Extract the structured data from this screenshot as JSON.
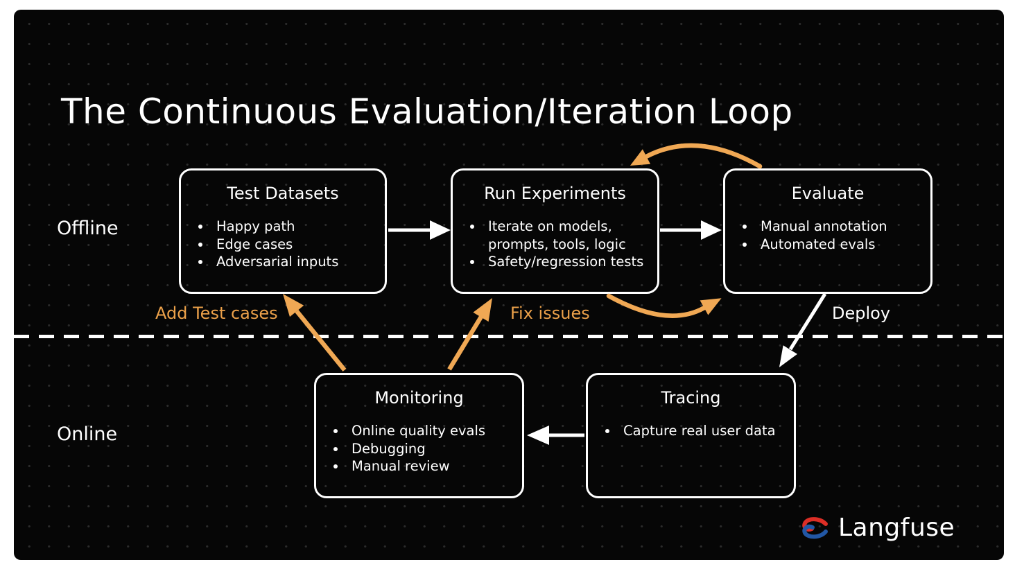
{
  "title": "The Continuous Evaluation/Iteration Loop",
  "sections": {
    "offline_label": "Offline",
    "online_label": "Online"
  },
  "boxes": {
    "test_datasets": {
      "title": "Test Datasets",
      "bullets": [
        "Happy path",
        "Edge cases",
        "Adversarial inputs"
      ]
    },
    "run_experiments": {
      "title": "Run Experiments",
      "bullets": [
        "Iterate on models, prompts, tools, logic",
        "Safety/regression tests"
      ]
    },
    "evaluate": {
      "title": "Evaluate",
      "bullets": [
        "Manual annotation",
        "Automated evals"
      ]
    },
    "monitoring": {
      "title": "Monitoring",
      "bullets": [
        "Online quality evals",
        "Debugging",
        "Manual review"
      ]
    },
    "tracing": {
      "title": "Tracing",
      "bullets": [
        "Capture real user data"
      ]
    }
  },
  "edge_labels": {
    "add_test_cases": "Add Test cases",
    "fix_issues": "Fix issues",
    "deploy": "Deploy"
  },
  "logo": {
    "text": "Langfuse"
  },
  "colors": {
    "background": "#060606",
    "box_border": "#ffffff",
    "accent_orange": "#eca14a",
    "arrow_orange": "#f0a854",
    "arrow_white": "#ffffff",
    "logo_red": "#dc2e26",
    "logo_blue": "#2257a5"
  }
}
